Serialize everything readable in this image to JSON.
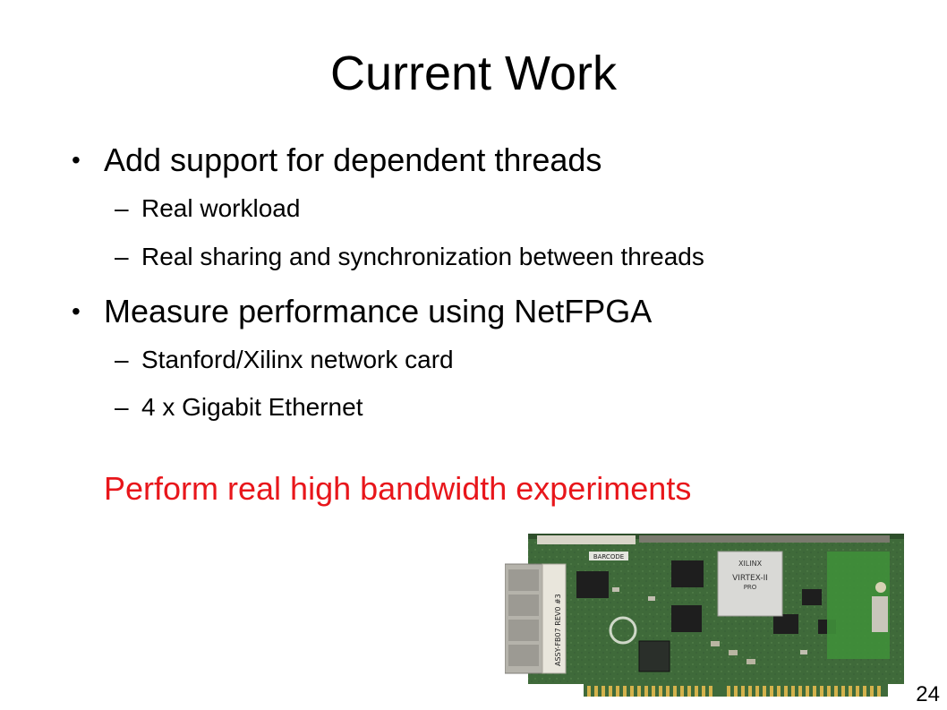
{
  "slide": {
    "title": "Current Work",
    "bullets": [
      {
        "text": "Add support for dependent threads",
        "subs": [
          "Real workload",
          "Real sharing and synchronization between threads"
        ]
      },
      {
        "text": "Measure performance using NetFPGA",
        "subs": [
          "Stanford/Xilinx network card",
          "4 x Gigabit Ethernet"
        ]
      }
    ],
    "callout": "Perform real high bandwidth experiments",
    "page_number": "24",
    "photo": {
      "chip_brand": "XILINX",
      "chip_model": "VIRTEX-II",
      "chip_sub": "PRO",
      "barcode_label": "BARCODE",
      "board_id": "ASSY-FB07 REV0 #3"
    }
  },
  "colors": {
    "callout": "#e8161b",
    "pcb": "#3f6a3a"
  },
  "icons": {
    "bullet": "bullet-dot-icon",
    "sub_bullet": "en-dash-icon"
  }
}
